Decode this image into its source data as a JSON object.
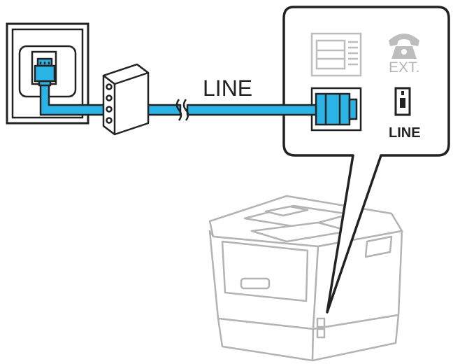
{
  "labels": {
    "cable_label": "LINE",
    "ext_port_label": "EXT.",
    "line_port_label": "LINE"
  },
  "colors": {
    "cable": "#2bb3e6",
    "outline": "#222222",
    "printer": "#b3b3b3",
    "inactive_port": "#bdbdbd"
  },
  "icons": [
    "wall-jack-icon",
    "splitter-icon",
    "phone-icon",
    "line-port-icon",
    "printer-icon"
  ]
}
